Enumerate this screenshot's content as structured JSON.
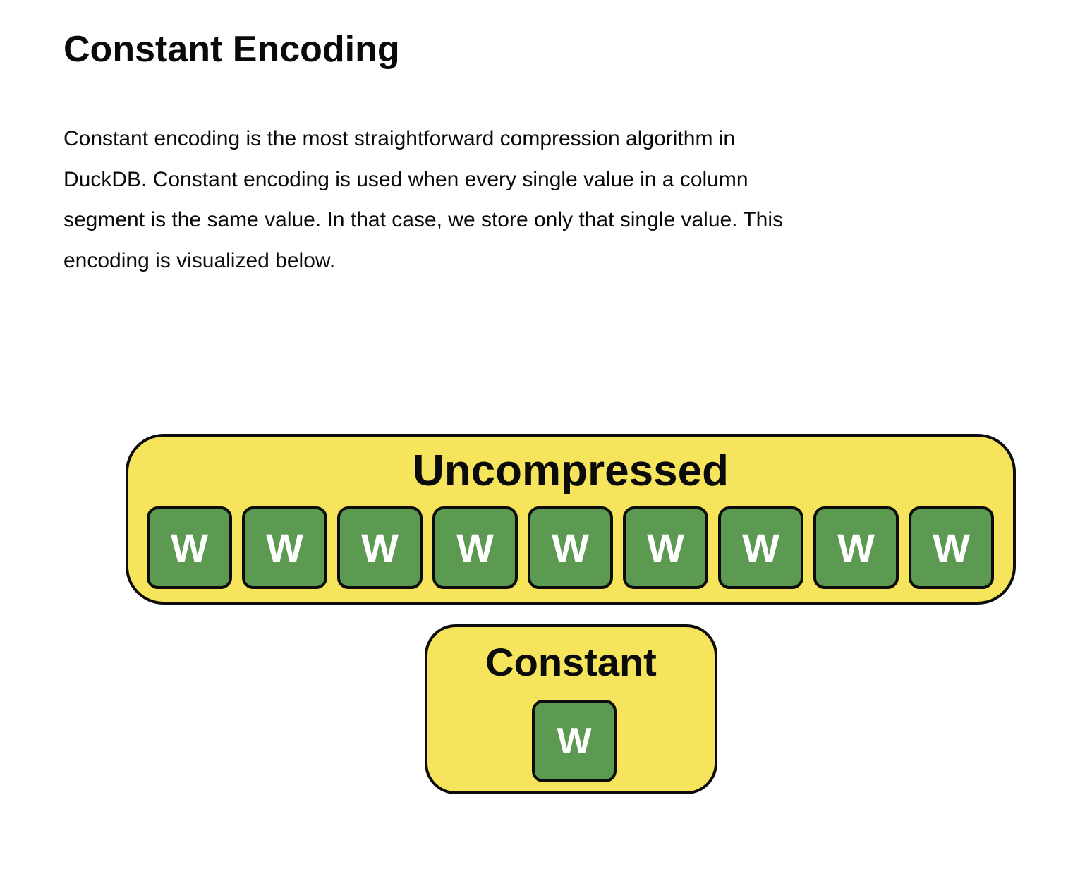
{
  "page": {
    "title": "Constant Encoding",
    "paragraph_lines": [
      "Constant encoding is the most straightforward compression algorithm in",
      "DuckDB. Constant encoding is used when every single value in a column",
      "segment is the same value. In that case, we store only that single value. This",
      "encoding is visualized below."
    ]
  },
  "diagram": {
    "uncompressed": {
      "label": "Uncompressed",
      "cells": [
        "W",
        "W",
        "W",
        "W",
        "W",
        "W",
        "W",
        "W",
        "W"
      ]
    },
    "constant": {
      "label": "Constant",
      "cells": [
        "W"
      ]
    },
    "colors": {
      "container_fill": "#f6e55c",
      "cell_fill": "#5b9a50",
      "outline": "#0c0c0c",
      "cell_text": "#ffffff",
      "body_text": "#0a0a0a"
    }
  }
}
